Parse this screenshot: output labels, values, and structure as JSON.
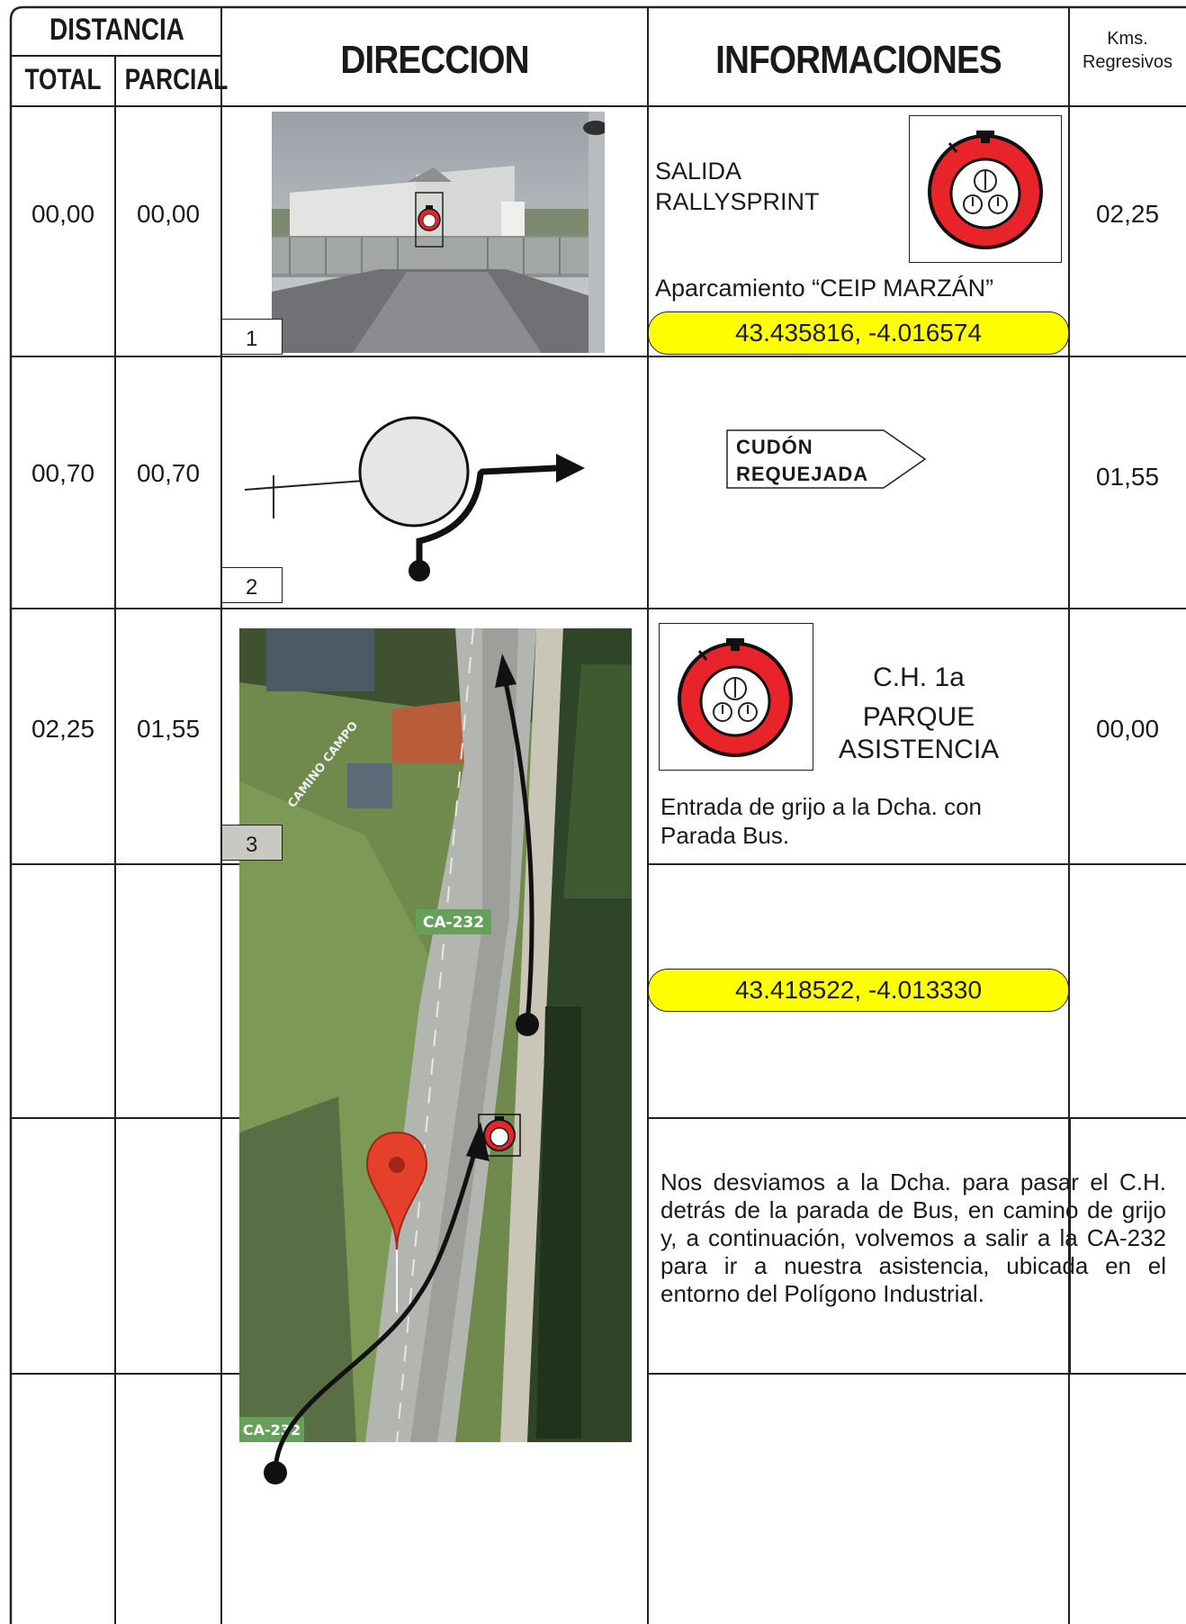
{
  "header": {
    "distancia": "DISTANCIA",
    "total": "TOTAL",
    "parcial": "PARCIAL",
    "direccion": "DIRECCION",
    "informaciones": "INFORMACIONES",
    "kms": "Kms.",
    "regresivos": "Regresivos"
  },
  "rows": [
    {
      "total": "00,00",
      "parcial": "00,00",
      "regresivos": "02,25",
      "tag": "1",
      "info_title_1": "SALIDA",
      "info_title_2": "RALLYSPRINT",
      "info_line": "Aparcamiento “CEIP MARZÁN”",
      "coords": "43.435816, -4.016574"
    },
    {
      "total": "00,70",
      "parcial": "00,70",
      "regresivos": "01,55",
      "tag": "2",
      "sign_line_1": "CUDÓN",
      "sign_line_2": "REQUEJADA"
    },
    {
      "total": "02,25",
      "parcial": "01,55",
      "regresivos": "00,00",
      "tag": "3",
      "title_1": "C.H. 1a",
      "title_2": "PARQUE",
      "title_3": "ASISTENCIA",
      "note": "Entrada de grijo a la Dcha. con Parada Bus."
    },
    {
      "coords": "43.418522, -4.013330"
    },
    {
      "paragraph": "Nos desviamos a la Dcha. para pasar el C.H. detrás de la parada de Bus, en camino de grijo y, a continuación, volvemos a salir a la CA-232 para ir a nuestra asistencia, ubicada en el entorno del Polígono Industrial."
    }
  ],
  "map_labels": {
    "road": "CA-232",
    "road_bottom": "CA-232",
    "street": "CAMINO CAMPO"
  },
  "colors": {
    "highlight": "#ffff00",
    "stopwatch_red": "#e8232a",
    "grid": "#222222"
  }
}
